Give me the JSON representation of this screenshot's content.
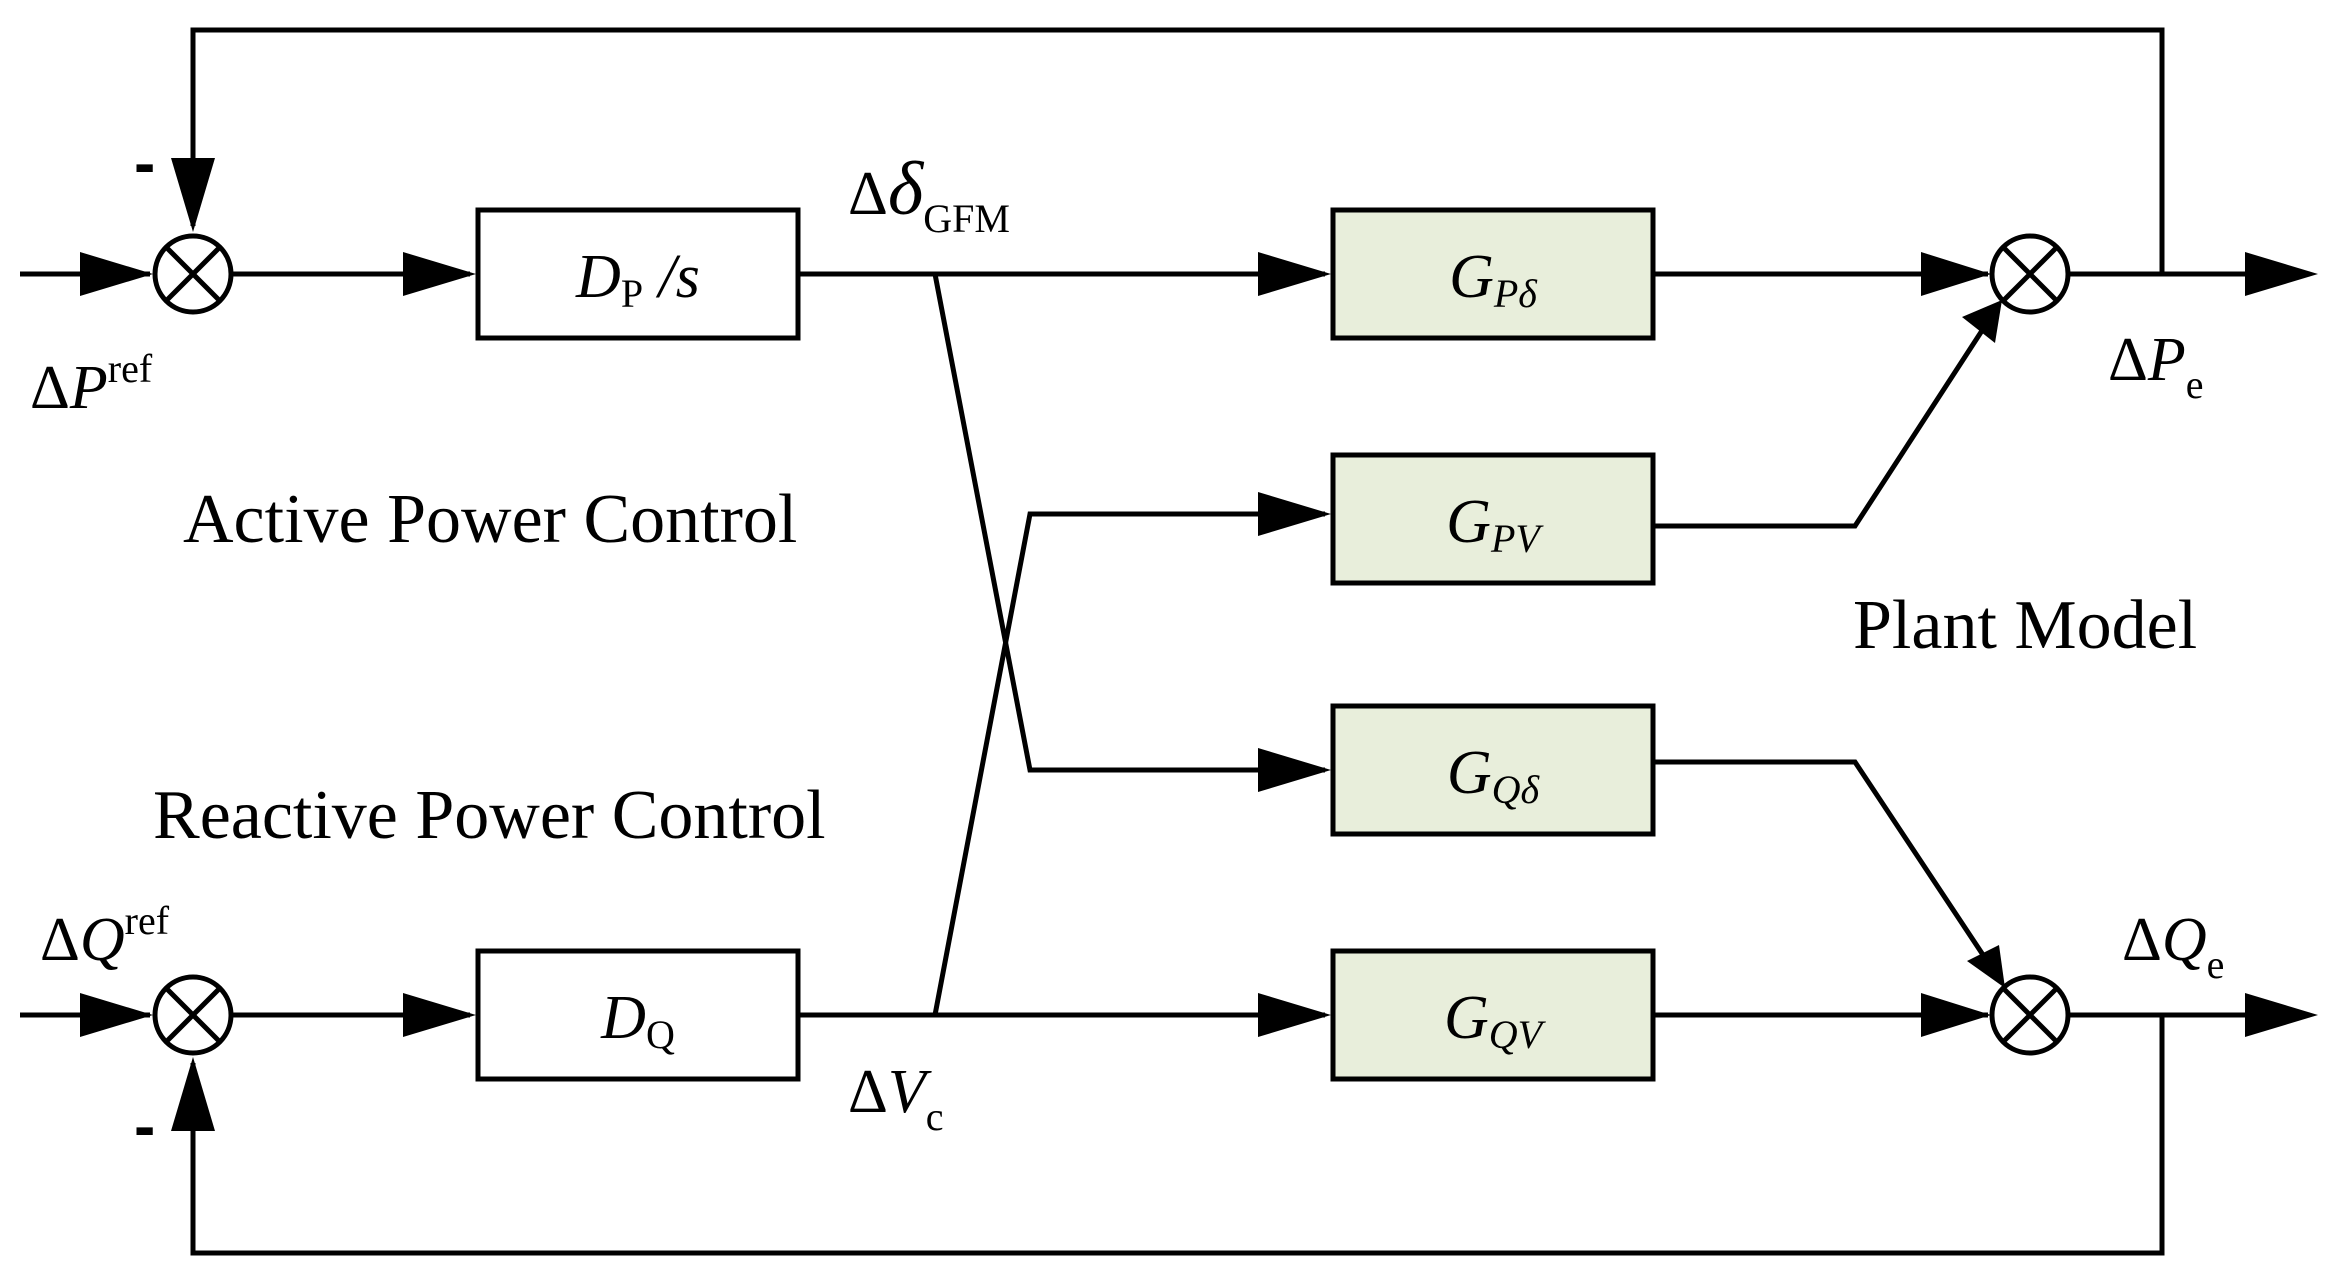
{
  "blocks": {
    "dp": {
      "main": "D",
      "sub": "P",
      "tail": " /s"
    },
    "dq": {
      "main": "D",
      "sub": "Q"
    },
    "gpd": {
      "main": "G",
      "sub": "Pδ"
    },
    "gpv": {
      "main": "G",
      "sub": "PV"
    },
    "gqd": {
      "main": "G",
      "sub": "Qδ"
    },
    "gqv": {
      "main": "G",
      "sub": "QV"
    }
  },
  "signals": {
    "p_ref": {
      "delta": "Δ",
      "var": "P",
      "sup": "ref"
    },
    "q_ref": {
      "delta": "Δ",
      "var": "Q",
      "sup": "ref"
    },
    "delta_gfm": {
      "delta": "Δ",
      "var": "δ",
      "sub": "GFM"
    },
    "v_c": {
      "delta": "Δ",
      "var": "V",
      "sub": "c"
    },
    "p_e": {
      "delta": "Δ",
      "var": "P",
      "sub": "e"
    },
    "q_e": {
      "delta": "Δ",
      "var": "Q",
      "sub": "e"
    }
  },
  "signs": {
    "p_feedback": "-",
    "q_feedback": "-"
  },
  "sections": {
    "active": "Active Power Control",
    "reactive": "Reactive Power Control",
    "plant": "Plant Model"
  },
  "colors": {
    "plant_block_fill": "#e8eedb",
    "line": "#000000"
  }
}
